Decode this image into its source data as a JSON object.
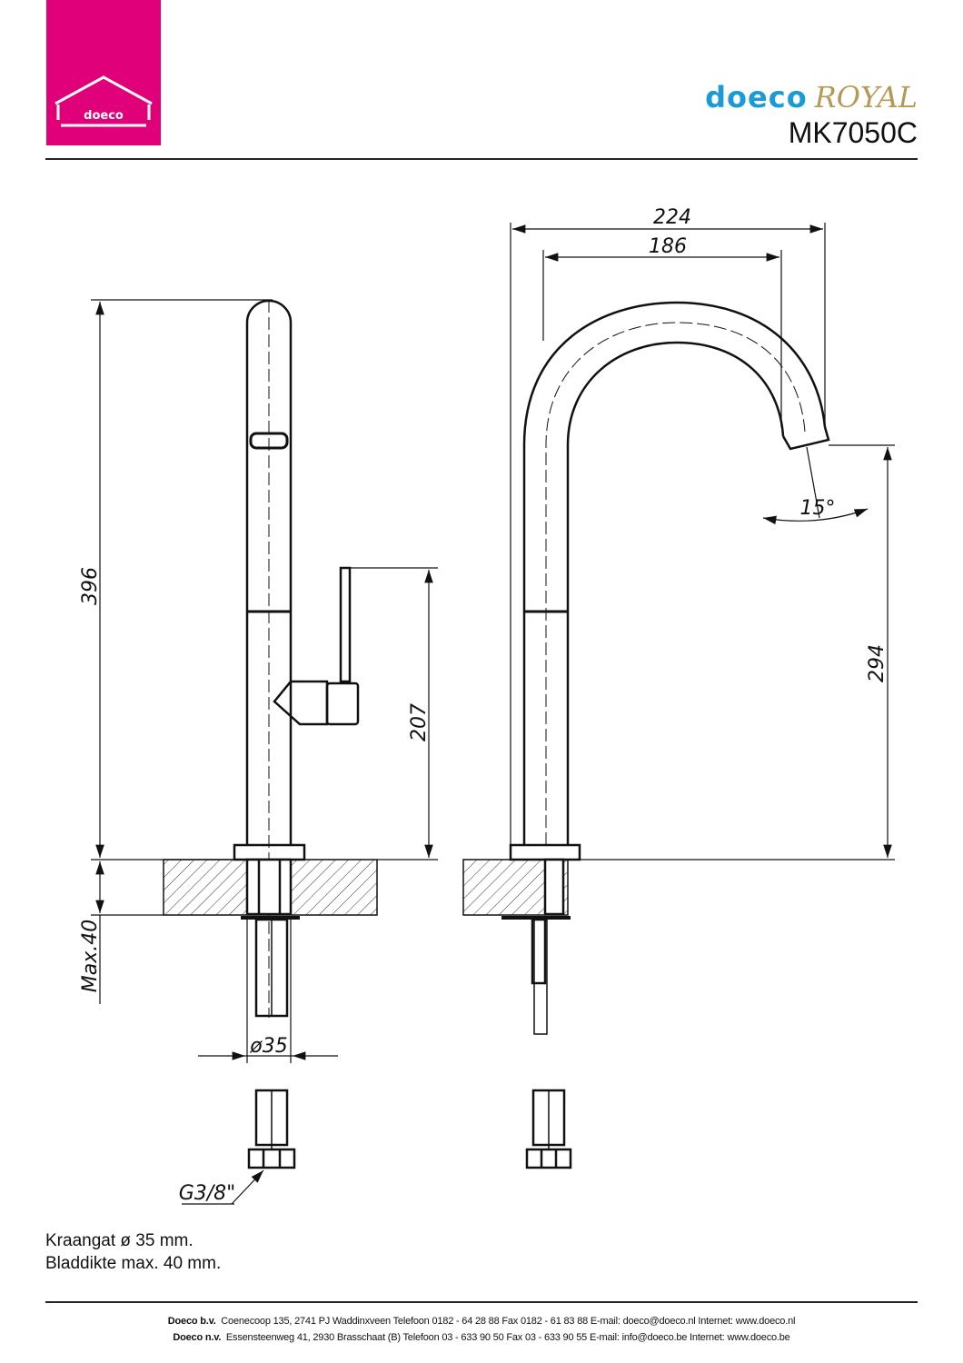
{
  "header": {
    "logo_text": "doeco",
    "brand_name": "doeco",
    "brand_line": "ROYAL",
    "model": "MK7050C",
    "brand_color": "#e0007a",
    "doeco_blue": "#1a9ad6",
    "royal_gold": "#b49a55"
  },
  "dimensions": {
    "height_total": "396",
    "counter_max": "Max.40",
    "handle_height": "207",
    "diameter": "ø35",
    "width_outer": "224",
    "width_inner": "186",
    "spout_height": "294",
    "angle": "15°",
    "thread": "G3/8\""
  },
  "notes": [
    "Kraangat ø 35 mm.",
    "Bladdikte max. 40 mm."
  ],
  "footer": {
    "line1_company": "Doeco b.v.",
    "line1_text": "Coenecoop 135,  2741 PJ Waddinxveen  Telefoon 0182 - 64 28 88  Fax 0182 - 61 83 88  E-mail: doeco@doeco.nl  Internet: www.doeco.nl",
    "line2_company": "Doeco n.v.",
    "line2_text": "Essensteenweg 41, 2930  Brasschaat (B)  Telefoon 03 - 633 90 50  Fax 03 - 633 90 55  E-mail: info@doeco.be  Internet: www.doeco.be"
  }
}
